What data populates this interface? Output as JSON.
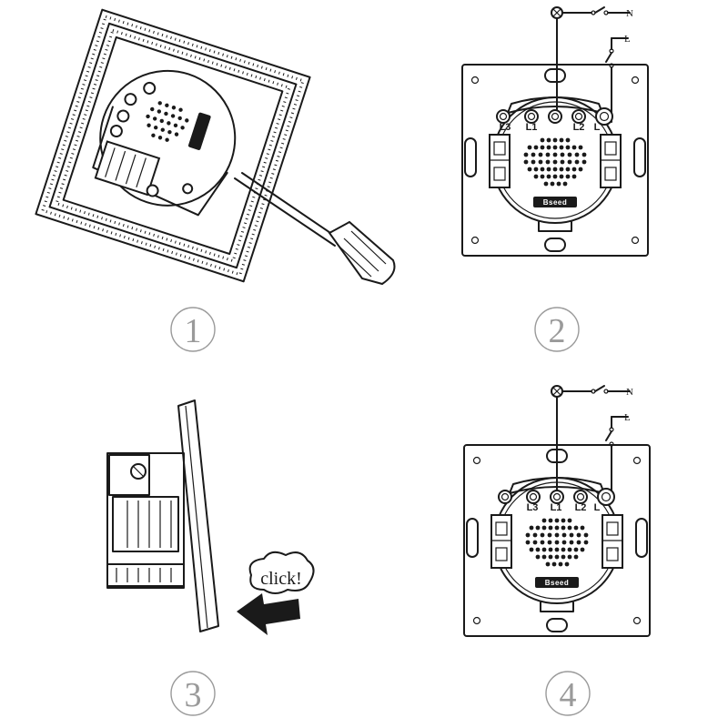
{
  "steps": [
    {
      "number": "1"
    },
    {
      "number": "2"
    },
    {
      "number": "3"
    },
    {
      "number": "4"
    }
  ],
  "terminals": [
    "L3",
    "L1",
    "L2",
    "L"
  ],
  "wire_labels": {
    "neutral": "N",
    "live": "L"
  },
  "brand": "Bseed",
  "click_label": "click!",
  "icons": [
    "lamp-icon",
    "switch-icon",
    "screwdriver-icon",
    "arrow-icon"
  ]
}
